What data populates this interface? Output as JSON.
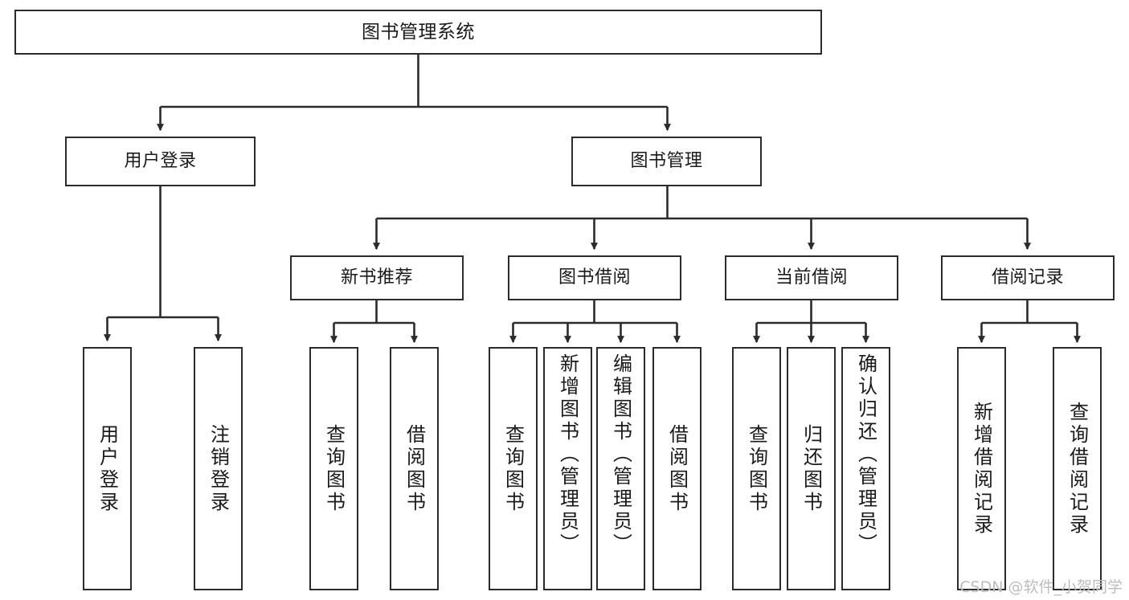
{
  "diagram": {
    "type": "tree",
    "title": "图书管理系统",
    "orientation": "top-down",
    "line_color": "#2b2b2b",
    "box_fill": "#ffffff",
    "text_color": "#1a1a1a",
    "arrowhead": "filled-triangle"
  },
  "watermark": {
    "text": "CSDN @软件_小贺同学",
    "color": "#bdbdbd"
  },
  "nodes": {
    "root": {
      "label": "图书管理系统"
    },
    "level2": [
      {
        "label": "用户登录"
      },
      {
        "label": "图书管理"
      }
    ],
    "level3": [
      {
        "label": "新书推荐"
      },
      {
        "label": "图书借阅"
      },
      {
        "label": "当前借阅"
      },
      {
        "label": "借阅记录"
      }
    ],
    "leaves": {
      "user_login": [
        {
          "label": "用户登录"
        },
        {
          "label": "注销登录"
        }
      ],
      "new_book_recommend": [
        {
          "label": "查询图书"
        },
        {
          "label": "借阅图书"
        }
      ],
      "book_borrow": [
        {
          "label": "查询图书"
        },
        {
          "label": "新增图书（管理员）"
        },
        {
          "label": "编辑图书（管理员）"
        },
        {
          "label": "借阅图书"
        }
      ],
      "current_borrow": [
        {
          "label": "查询图书"
        },
        {
          "label": "归还图书"
        },
        {
          "label": "确认归还（管理员）"
        }
      ],
      "borrow_record": [
        {
          "label": "新增借阅记录"
        },
        {
          "label": "查询借阅记录"
        }
      ]
    }
  }
}
